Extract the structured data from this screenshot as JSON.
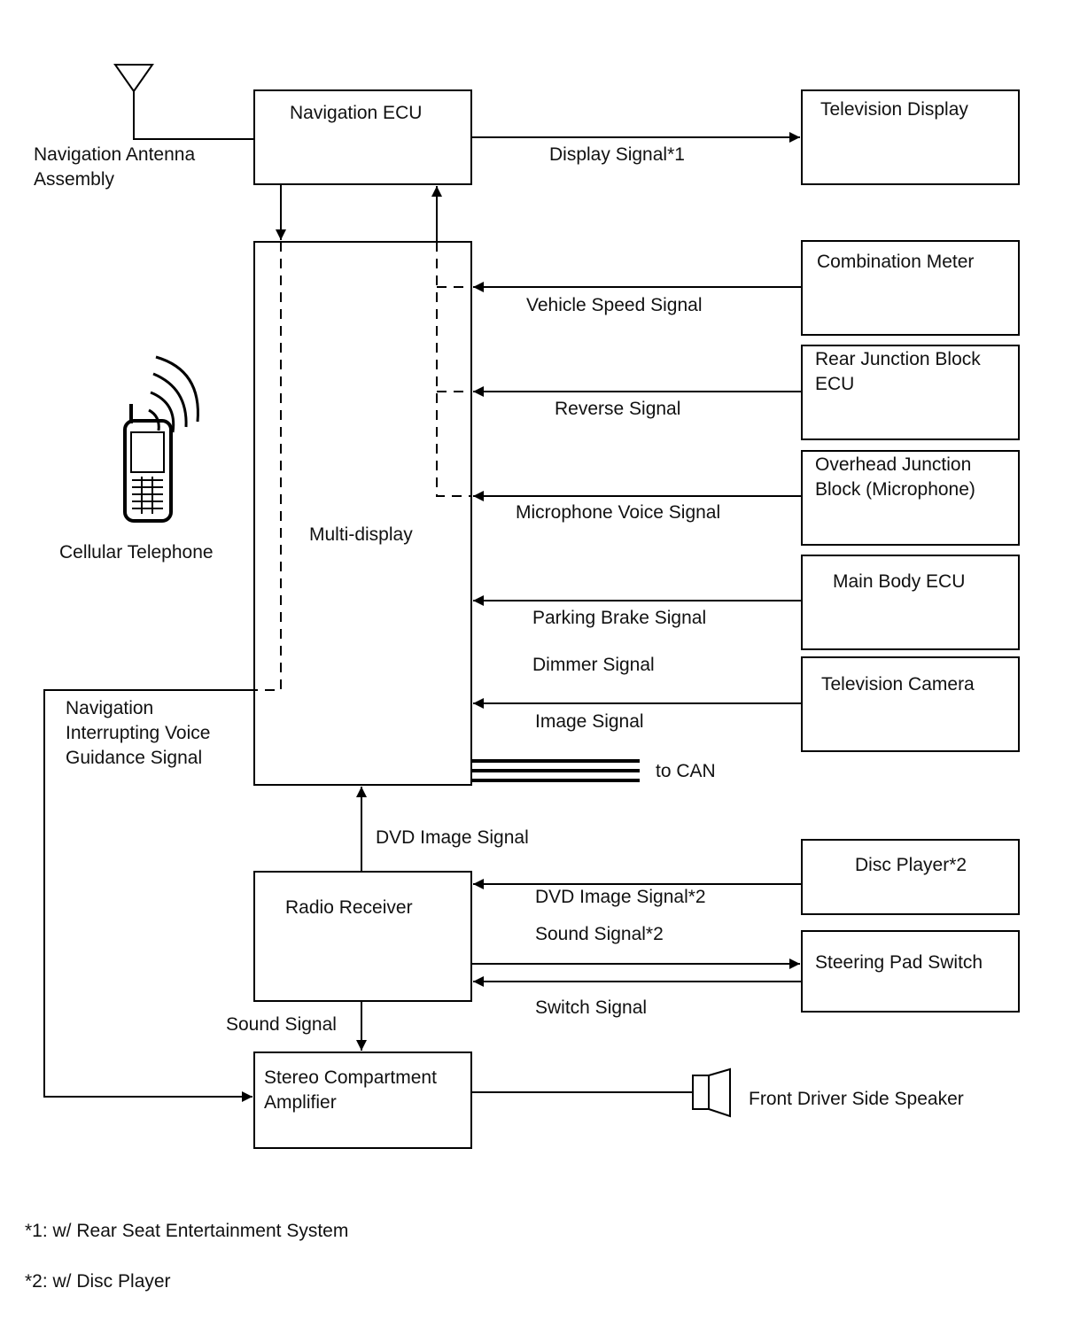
{
  "blocks": {
    "navigation_ecu": "Navigation ECU",
    "television_display": "Television Display",
    "multi_display": "Multi-display",
    "combination_meter": "Combination Meter",
    "rear_junction_block_ecu": "Rear Junction Block\nECU",
    "overhead_junction_block": "Overhead Junction\nBlock (Microphone)",
    "main_body_ecu": "Main Body ECU",
    "television_camera": "Television Camera",
    "radio_receiver": "Radio Receiver",
    "disc_player": "Disc Player*2",
    "steering_pad_switch": "Steering Pad Switch",
    "stereo_compartment_amplifier": "Stereo Compartment\nAmplifier"
  },
  "components": {
    "navigation_antenna": "Navigation Antenna\nAssembly",
    "cellular_telephone": "Cellular Telephone",
    "front_driver_side_speaker": "Front Driver Side Speaker"
  },
  "signals": {
    "display_signal": "Display Signal*1",
    "vehicle_speed_signal": "Vehicle Speed Signal",
    "reverse_signal": "Reverse Signal",
    "microphone_voice_signal": "Microphone Voice Signal",
    "parking_brake_signal": "Parking Brake Signal",
    "dimmer_signal": "Dimmer Signal",
    "image_signal": "Image Signal",
    "to_can": "to CAN",
    "nav_interrupting_voice": "Navigation\nInterrupting Voice\nGuidance Signal",
    "dvd_image_signal": "DVD Image Signal",
    "dvd_image_signal_2": "DVD Image Signal*2",
    "sound_signal_2": "Sound Signal*2",
    "switch_signal": "Switch Signal",
    "sound_signal": "Sound Signal"
  },
  "notes": {
    "note1": "*1: w/ Rear Seat Entertainment System",
    "note2": "*2: w/ Disc Player"
  }
}
